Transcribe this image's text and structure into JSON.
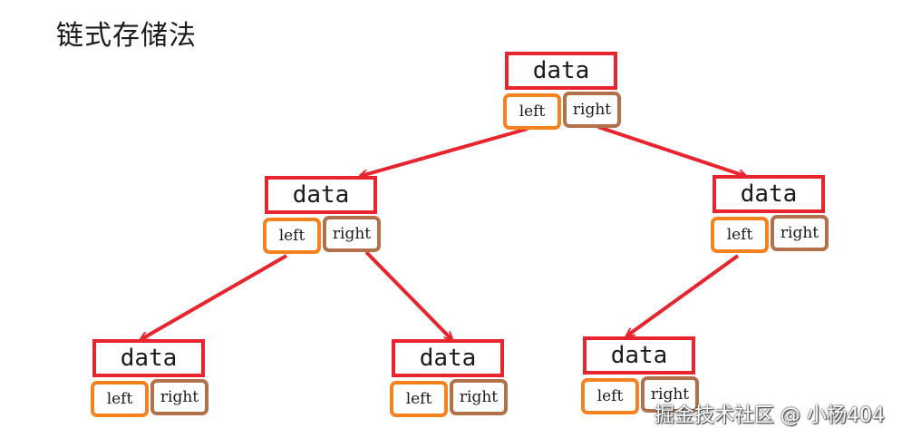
{
  "title": "链式存储法",
  "node_labels": {
    "data": "data",
    "left": "left",
    "right": "right"
  },
  "nodes": [
    {
      "id": "root"
    },
    {
      "id": "root-left-child"
    },
    {
      "id": "root-right-child"
    },
    {
      "id": "left-left-child"
    },
    {
      "id": "left-right-child"
    },
    {
      "id": "right-left-child"
    }
  ],
  "colors": {
    "data_border": "#e8242f",
    "left_border": "#f5821f",
    "right_border": "#b2714a",
    "arrow": "#e8242f"
  },
  "watermark": "掘金技术社区 @ 小杨404"
}
